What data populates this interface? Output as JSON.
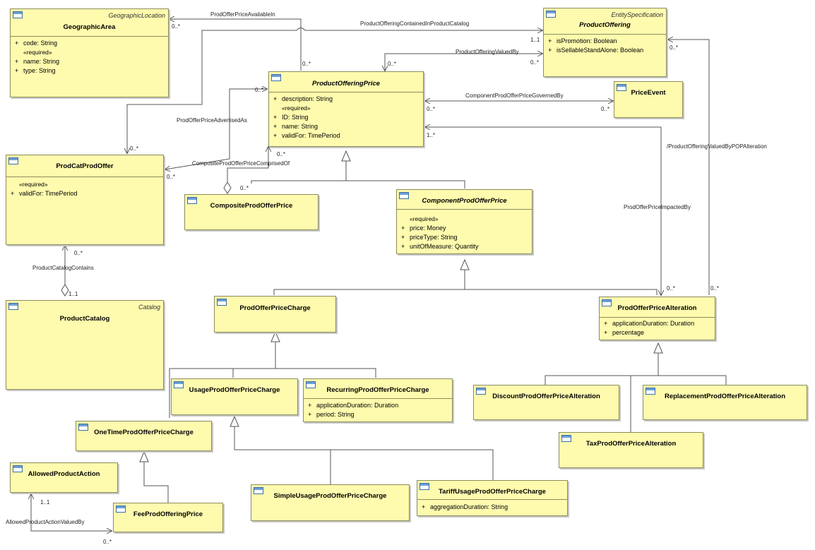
{
  "classes": {
    "geographic_area": {
      "name": "GeographicArea",
      "stereotype": "GeographicLocation",
      "attrs": [
        {
          "vis": "+",
          "text": "code: String"
        },
        {
          "req": "«required»"
        },
        {
          "vis": "+",
          "text": "name: String"
        },
        {
          "vis": "+",
          "text": "type: String"
        }
      ]
    },
    "product_offering": {
      "name": "ProductOffering",
      "stereotype": "EntitySpecification",
      "attrs": [
        {
          "vis": "+",
          "text": "isPromotion: Boolean"
        },
        {
          "vis": "+",
          "text": "isSellableStandAlone: Boolean"
        }
      ]
    },
    "product_offering_price": {
      "name": "ProductOfferingPrice",
      "attrs": [
        {
          "vis": "+",
          "text": "description: String"
        },
        {
          "req": "«required»"
        },
        {
          "vis": "+",
          "text": "ID: String"
        },
        {
          "vis": "+",
          "text": "name: String"
        },
        {
          "vis": "+",
          "text": "validFor: TimePeriod"
        }
      ]
    },
    "price_event": {
      "name": "PriceEvent",
      "attrs": []
    },
    "prod_cat_prod_offer": {
      "name": "ProdCatProdOffer",
      "attrs": [
        {
          "req": "«required»"
        },
        {
          "vis": "+",
          "text": "validFor: TimePeriod"
        }
      ]
    },
    "composite_prod_offer_price": {
      "name": "CompositeProdOfferPrice",
      "attrs": []
    },
    "component_prod_offer_price": {
      "name": "ComponentProdOfferPrice",
      "attrs": [
        {
          "req": "«required»"
        },
        {
          "vis": "+",
          "text": "price: Money"
        },
        {
          "vis": "+",
          "text": "priceType: String"
        },
        {
          "vis": "+",
          "text": "unitOfMeasure: Quantity"
        }
      ]
    },
    "product_catalog": {
      "name": "ProductCatalog",
      "stereotype": "Catalog",
      "attrs": []
    },
    "prod_offer_price_charge": {
      "name": "ProdOfferPriceCharge",
      "attrs": []
    },
    "prod_offer_price_alteration": {
      "name": "ProdOfferPriceAlteration",
      "attrs": [
        {
          "vis": "+",
          "text": "applicationDuration: Duration"
        },
        {
          "vis": "+",
          "text": "percentage"
        }
      ]
    },
    "usage_prod_offer_price_charge": {
      "name": "UsageProdOfferPriceCharge",
      "attrs": []
    },
    "recurring_prod_offer_price_charge": {
      "name": "RecurringProdOfferPriceCharge",
      "attrs": [
        {
          "vis": "+",
          "text": "applicationDuration: Duration"
        },
        {
          "vis": "+",
          "text": "period: String"
        }
      ]
    },
    "discount_prod_offer_price_alteration": {
      "name": "DiscountProdOfferPriceAlteration",
      "attrs": []
    },
    "replacement_prod_offer_price_alteration": {
      "name": "ReplacementProdOfferPriceAlteration",
      "attrs": []
    },
    "one_time_prod_offer_price_charge": {
      "name": "OneTimeProdOfferPriceCharge",
      "attrs": []
    },
    "tax_prod_offer_price_alteration": {
      "name": "TaxProdOfferPriceAlteration",
      "attrs": []
    },
    "allowed_product_action": {
      "name": "AllowedProductAction",
      "attrs": []
    },
    "simple_usage_prod_offer_price_charge": {
      "name": "SimpleUsageProdOfferPriceCharge",
      "attrs": []
    },
    "tariff_usage_prod_offer_price_charge": {
      "name": "TariffUsageProdOfferPriceCharge",
      "attrs": [
        {
          "vis": "+",
          "text": "aggregationDuration: String"
        }
      ]
    },
    "fee_prod_offering_price": {
      "name": "FeeProdOfferingPrice",
      "attrs": []
    }
  },
  "associations": {
    "prod_offer_price_available_in": "ProdOfferPriceAvailableIn",
    "product_offering_contained_in_product_catalog": "ProductOfferingContainedInProductCatalog",
    "product_offering_valued_by": "ProductOfferingValuedBy",
    "component_prod_offer_price_governed_by": "ComponentProdOfferPriceGovernedBy",
    "prod_offer_price_advertised_as": "ProdOfferPriceAdvertisedAs",
    "composite_prod_offer_price_comprised_of": "CompositeProdOfferPriceComprisedOf",
    "product_offering_valued_by_pop_alteration": "/ProductOfferingValuedByPOPAlteration",
    "prod_offer_price_impacted_by": "ProdOfferPriceImpactedBy",
    "product_catalog_contains": "ProductCatalogContains",
    "allowed_product_action_valued_by": "AllowedProductActionValuedBy"
  },
  "multiplicities": {
    "zero_many": "0..*",
    "one_many": "1..*",
    "one_one": "1..1"
  },
  "colors": {
    "class_fill": "#fffbae",
    "class_border": "#8c8c5c",
    "connector": "#555555",
    "icon_blue": "#3a6ea5"
  }
}
